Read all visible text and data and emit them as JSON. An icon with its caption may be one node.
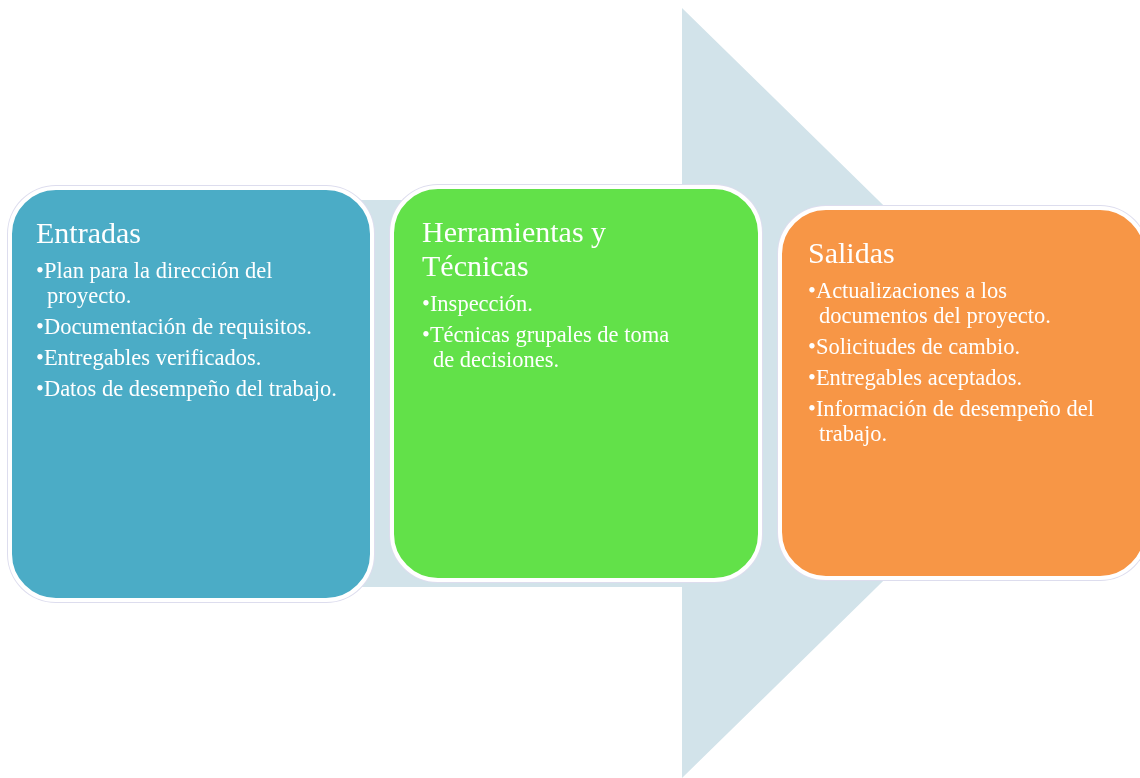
{
  "diagram": {
    "nodes": [
      {
        "text": [
          "Entradas",
          "•Plan para la dirección del proyecto.",
          "•Documentación de requisitos.",
          "•Entregables verificados.",
          "•Datos de desempeño del trabajo."
        ]
      },
      {
        "text": [
          "Herramientas y Técnicas",
          "•Inspección.",
          "•Técnicas grupales de toma de decisiones."
        ]
      },
      {
        "text": [
          "Salidas",
          "•Actualizaciones a los documentos del proyecto.",
          "•Solicitudes de cambio.",
          "•Entregables aceptados.",
          "•Información de desempeño del trabajo."
        ]
      }
    ],
    "edges": [
      {
        "from": 0,
        "to": 2,
        "arrow": "to"
      }
    ]
  }
}
